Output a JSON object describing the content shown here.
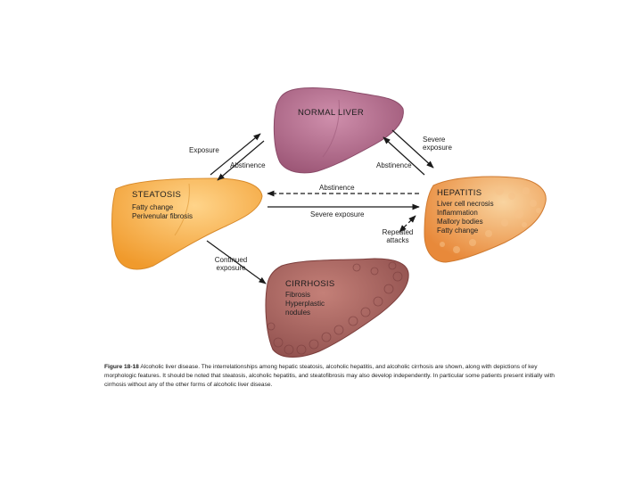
{
  "nodes": {
    "normal": {
      "title": "NORMAL LIVER",
      "color": "#b8708e"
    },
    "steatosis": {
      "title": "STEATOSIS",
      "features": [
        "Fatty change",
        "Perivenular fibrosis"
      ],
      "color": "#f6b050"
    },
    "hepatitis": {
      "title": "HEPATITIS",
      "features": [
        "Liver cell necrosis",
        "Inflammation",
        "Mallory bodies",
        "Fatty change"
      ],
      "color": "#f0a050"
    },
    "cirrhosis": {
      "title": "CIRRHOSIS",
      "features": [
        "Fibrosis",
        "Hyperplastic",
        "nodules"
      ],
      "color": "#a86460"
    }
  },
  "edges": {
    "exposure": "Exposure",
    "abstinence_left": "Abstinence",
    "abstinence_right": "Abstinence",
    "severe_exposure_top": [
      "Severe",
      "exposure"
    ],
    "abstinence_middle": "Abstinence",
    "severe_exposure_middle": "Severe exposure",
    "repeated_attacks": [
      "Repeated",
      "attacks"
    ],
    "continued_exposure": [
      "Continued",
      "exposure"
    ]
  },
  "caption": {
    "figure_label": "Figure 18-18",
    "text": "Alcoholic liver disease. The interrelationships among hepatic steatosis, alcoholic hepatitis, and alcoholic cirrhosis are shown, along with depictions of key morphologic features. It should be noted that steatosis, alcoholic hepatitis, and steatofibrosis may also develop independently. In particular some patients present initially with cirrhosis without any of the other forms of alcoholic liver disease."
  }
}
